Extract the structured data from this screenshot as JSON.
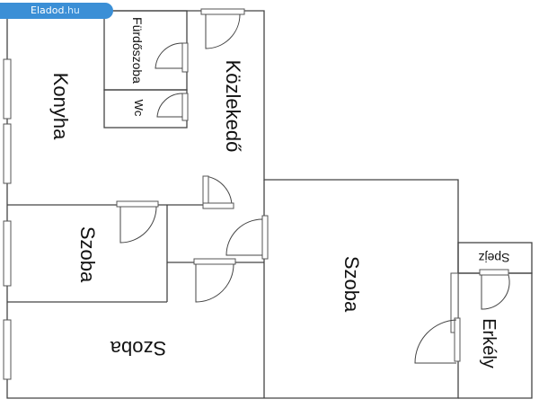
{
  "watermark": {
    "brand": "Eladod",
    "suffix": ".hu"
  },
  "rooms": {
    "konyha": "Konyha",
    "furdoszoba": "Fürdőszoba",
    "wc": "Wc",
    "kozlekedo": "Közlekedő",
    "szoba_small": "Szoba",
    "szoba_bottom": "Szoba",
    "szoba_right": "Szoba",
    "spajz": "Spejz",
    "erkely": "Erkély"
  },
  "colors": {
    "wall": "#444444",
    "watermark_bg": "#3b8fd6"
  }
}
